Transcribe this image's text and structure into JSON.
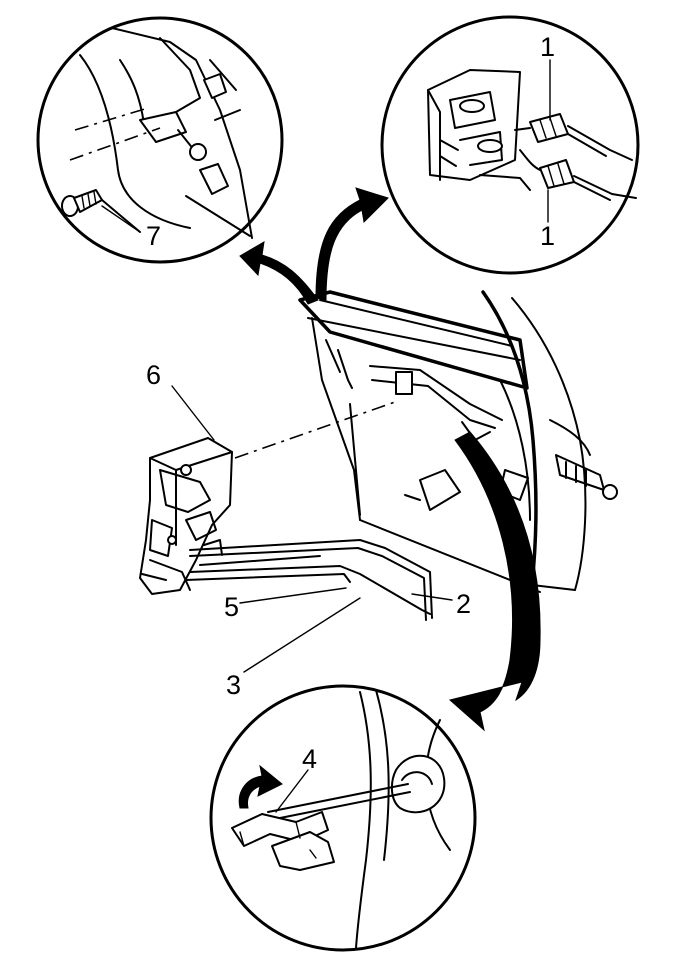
{
  "callouts": {
    "c1_top": "1",
    "c1_bottom": "1",
    "c2": "2",
    "c3": "3",
    "c4": "4",
    "c5": "5",
    "c6": "6",
    "c7": "7"
  },
  "colors": {
    "ink": "#000000",
    "paper": "#ffffff"
  }
}
